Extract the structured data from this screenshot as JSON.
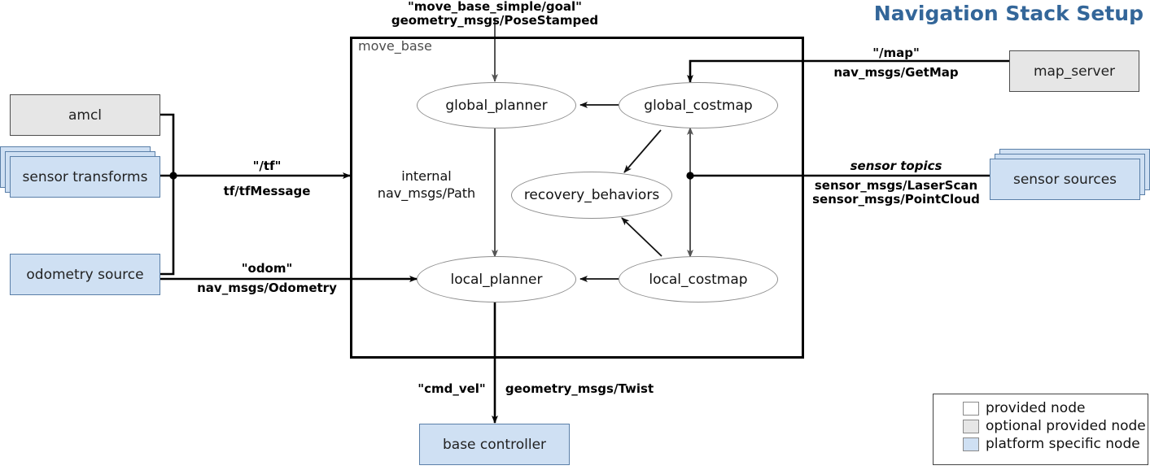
{
  "title": "Navigation Stack Setup",
  "colors": {
    "title_blue": "#336699",
    "optional_node_fill": "#e6e6e6",
    "platform_node_fill": "#cfe0f3",
    "provided_node_fill": "#ffffff",
    "edge_stroke": "#000000",
    "internal_edge_stroke": "#555555"
  },
  "container": {
    "label": "move_base"
  },
  "internal_nodes": [
    {
      "id": "global_planner",
      "label": "global_planner"
    },
    {
      "id": "global_costmap",
      "label": "global_costmap"
    },
    {
      "id": "recovery_behaviors",
      "label": "recovery_behaviors"
    },
    {
      "id": "local_planner",
      "label": "local_planner"
    },
    {
      "id": "local_costmap",
      "label": "local_costmap"
    }
  ],
  "external_nodes": [
    {
      "id": "amcl",
      "label": "amcl",
      "kind": "optional provided node"
    },
    {
      "id": "sensor_transforms",
      "label": "sensor transforms",
      "kind": "platform specific node"
    },
    {
      "id": "odometry_source",
      "label": "odometry source",
      "kind": "platform specific node"
    },
    {
      "id": "map_server",
      "label": "map_server",
      "kind": "optional provided node"
    },
    {
      "id": "sensor_sources",
      "label": "sensor sources",
      "kind": "platform specific node"
    },
    {
      "id": "base_controller",
      "label": "base controller",
      "kind": "platform specific node"
    }
  ],
  "edge_labels": {
    "goal": {
      "topic": "\"move_base_simple/goal\"",
      "type": "geometry_msgs/PoseStamped"
    },
    "tf": {
      "topic": "\"/tf\"",
      "type": "tf/tfMessage"
    },
    "odom": {
      "topic": "\"odom\"",
      "type": "nav_msgs/Odometry"
    },
    "map": {
      "topic": "\"/map\"",
      "type": "nav_msgs/GetMap"
    },
    "sensors": {
      "topic": "sensor topics",
      "type": "sensor_msgs/LaserScan",
      "type2": "sensor_msgs/PointCloud"
    },
    "cmd_vel": {
      "topic": "\"cmd_vel\"",
      "type": "geometry_msgs/Twist"
    },
    "internal": {
      "topic": "internal",
      "type": "nav_msgs/Path"
    }
  },
  "legend": {
    "items": [
      {
        "swatch": "provided-node-swatch",
        "label": "provided node"
      },
      {
        "swatch": "optional-provided-node-swatch",
        "label": "optional provided node"
      },
      {
        "swatch": "platform-specific-node-swatch",
        "label": "platform specific node"
      }
    ]
  }
}
